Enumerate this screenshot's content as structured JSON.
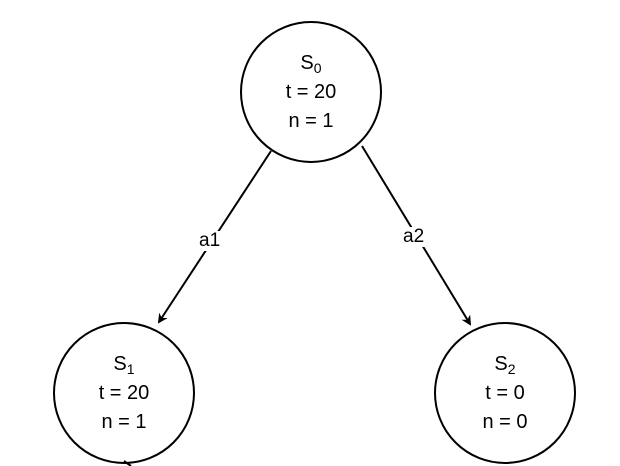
{
  "nodes": {
    "s0": {
      "name": "S",
      "sub": "0",
      "t": "t = 20",
      "n": "n = 1"
    },
    "s1": {
      "name": "S",
      "sub": "1",
      "t": "t = 20",
      "n": "n = 1"
    },
    "s2": {
      "name": "S",
      "sub": "2",
      "t": "t = 0",
      "n": "n = 0"
    }
  },
  "edges": {
    "a1": {
      "label": "a1",
      "from": "S0",
      "to": "S1"
    },
    "a2": {
      "label": "a2",
      "from": "S0",
      "to": "S2"
    }
  },
  "colors": {
    "stroke": "#000000",
    "fill": "#ffffff"
  }
}
